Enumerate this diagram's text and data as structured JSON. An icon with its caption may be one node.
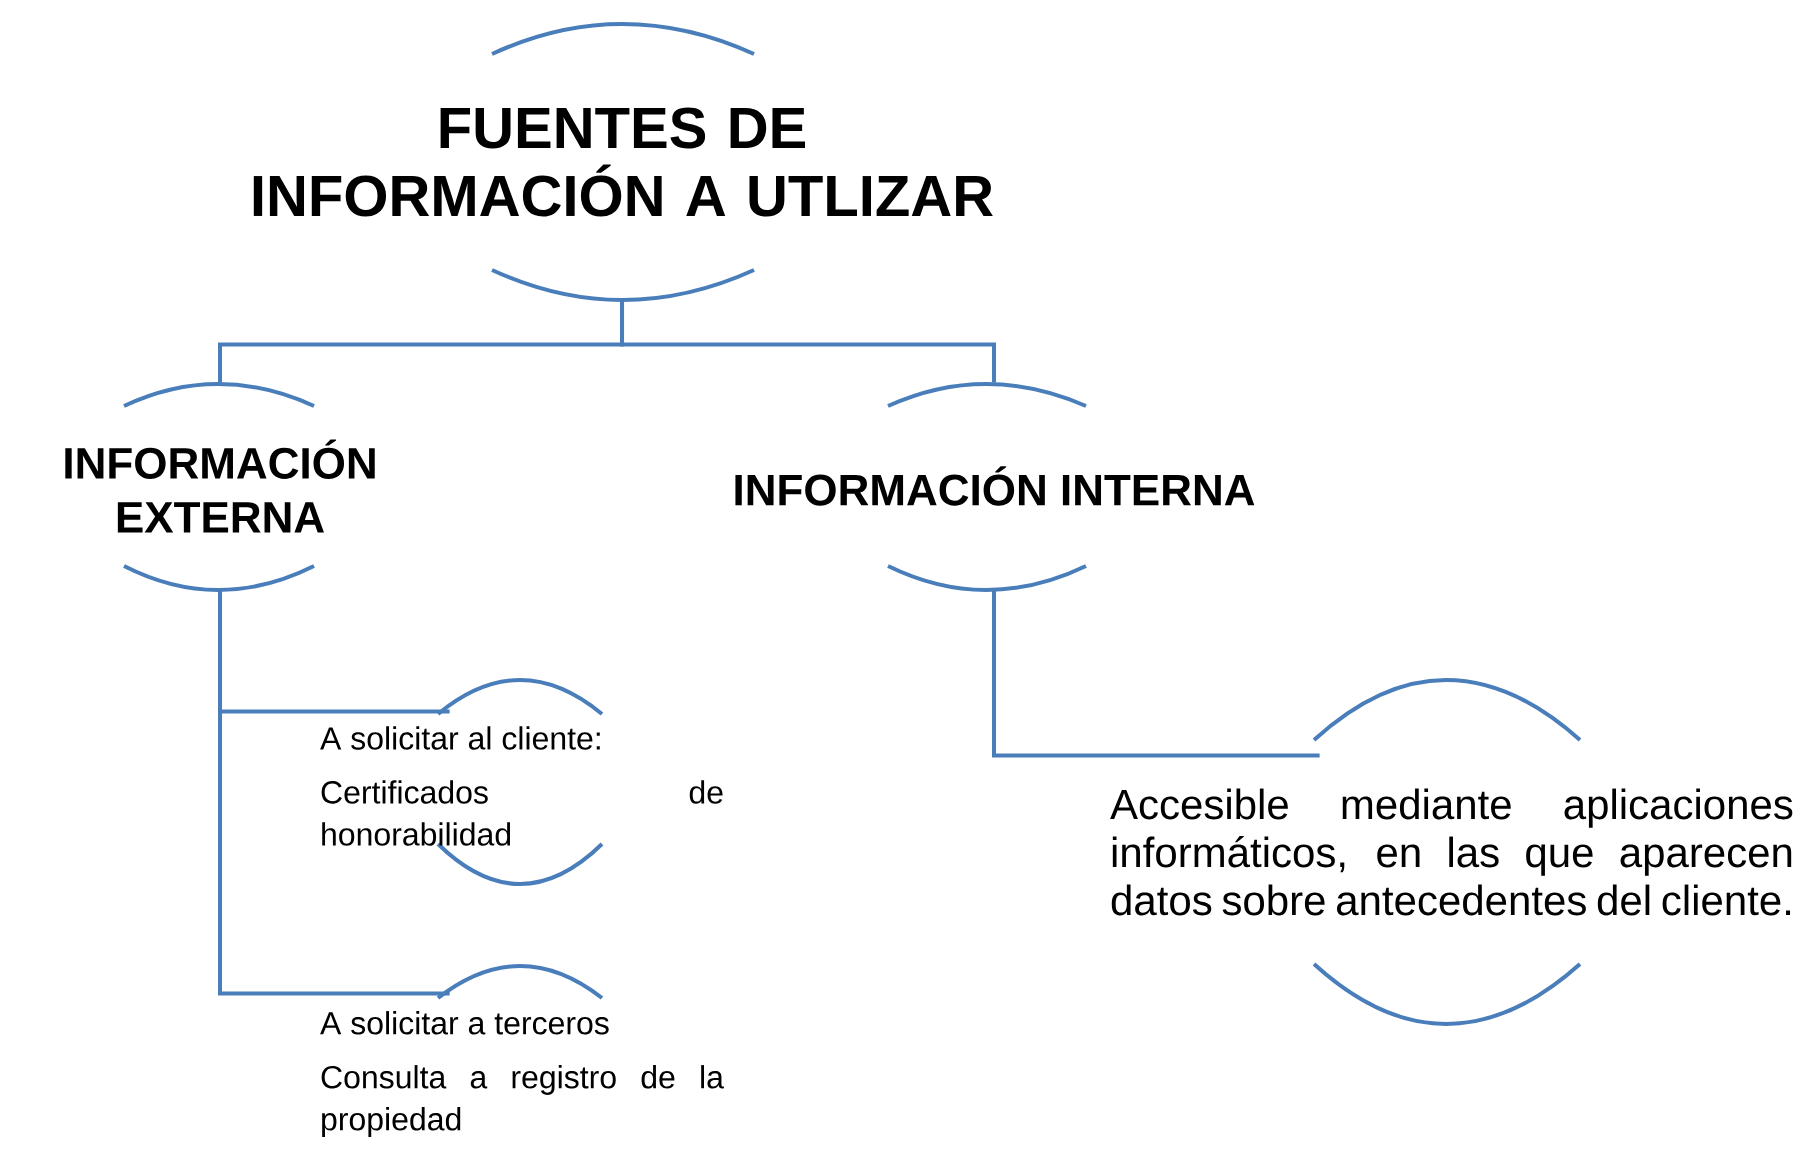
{
  "diagram": {
    "nodes": [
      {
        "text": [
          "FUENTES DE INFORMACIÓN A UTLIZAR"
        ]
      },
      {
        "text": [
          "INFORMACIÓN EXTERNA"
        ]
      },
      {
        "text": [
          "INFORMACIÓN INTERNA"
        ]
      },
      {
        "text": [
          "A solicitar al cliente:",
          "Certificados de honorabilidad"
        ]
      },
      {
        "text": [
          "A solicitar a terceros",
          "Consulta a registro de la propiedad"
        ]
      },
      {
        "text": [
          "Accesible mediante aplicaciones informáticos, en las que aparecen datos sobre antecedentes del cliente."
        ]
      }
    ],
    "edges": [
      {
        "from": 0,
        "to": 1,
        "arrow": "none"
      },
      {
        "from": 0,
        "to": 2,
        "arrow": "none"
      },
      {
        "from": 1,
        "to": 3,
        "arrow": "none"
      },
      {
        "from": 1,
        "to": 4,
        "arrow": "none"
      },
      {
        "from": 2,
        "to": 5,
        "arrow": "none"
      }
    ]
  }
}
